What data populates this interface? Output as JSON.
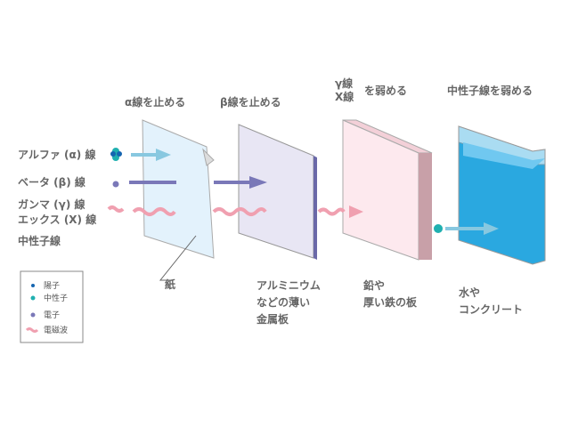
{
  "headings": {
    "alpha_stop": "α線を止める",
    "beta_stop": "β線を止める",
    "gamma": "γ線",
    "xray": "X線",
    "weaken": "を弱める",
    "neutron_weaken": "中性子線を弱める"
  },
  "rays": {
    "alpha": "アルファ (α) 線",
    "beta": "ベータ (β) 線",
    "gamma": "ガンマ (γ) 線",
    "xray": "エックス (X) 線",
    "neutron": "中性子線"
  },
  "materials": {
    "paper": "紙",
    "aluminum": [
      "アルミニウム",
      "などの薄い",
      "金属板"
    ],
    "lead": [
      "鉛や",
      "厚い鉄の板"
    ],
    "water": [
      "水や",
      "コンクリート"
    ]
  },
  "legend": {
    "proton": "陽子",
    "neutron": "中性子",
    "electron": "電子",
    "em_wave": "電磁波"
  },
  "colors": {
    "proton": "#1565b0",
    "neutron": "#20b0b0",
    "electron": "#7a78b8",
    "em": "#f0a0b0",
    "alpha_arrow": "#88c8e0",
    "water": "#2aa8e0"
  }
}
